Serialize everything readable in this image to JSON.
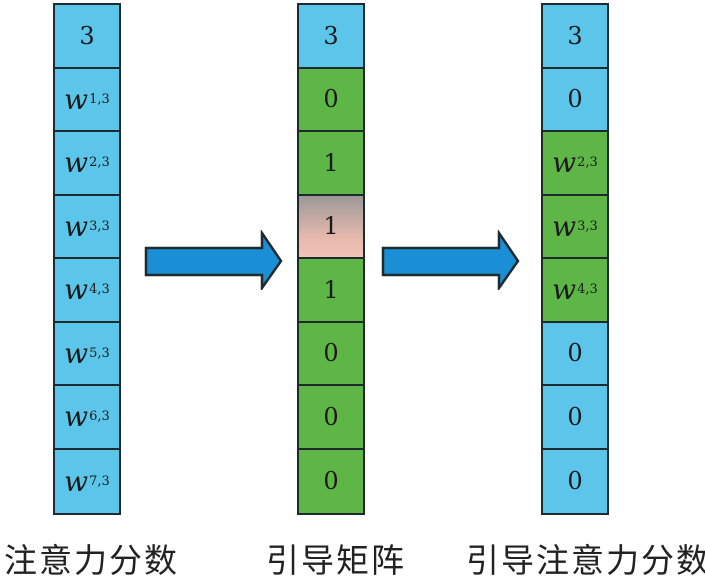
{
  "columns": [
    {
      "title": "注意力分数",
      "cells": [
        {
          "kind": "num",
          "text": "3",
          "color": "blue"
        },
        {
          "kind": "w",
          "base": "w",
          "sub": "1,3",
          "color": "blue"
        },
        {
          "kind": "w",
          "base": "w",
          "sub": "2,3",
          "color": "blue"
        },
        {
          "kind": "w",
          "base": "w",
          "sub": "3,3",
          "color": "blue"
        },
        {
          "kind": "w",
          "base": "w",
          "sub": "4,3",
          "color": "blue"
        },
        {
          "kind": "w",
          "base": "w",
          "sub": "5,3",
          "color": "blue"
        },
        {
          "kind": "w",
          "base": "w",
          "sub": "6,3",
          "color": "blue"
        },
        {
          "kind": "w",
          "base": "w",
          "sub": "7,3",
          "color": "blue"
        }
      ]
    },
    {
      "title": "引导矩阵",
      "cells": [
        {
          "kind": "num",
          "text": "3",
          "color": "blue"
        },
        {
          "kind": "num",
          "text": "0",
          "color": "green"
        },
        {
          "kind": "num",
          "text": "1",
          "color": "green"
        },
        {
          "kind": "num",
          "text": "1",
          "color": "highlight"
        },
        {
          "kind": "num",
          "text": "1",
          "color": "green"
        },
        {
          "kind": "num",
          "text": "0",
          "color": "green"
        },
        {
          "kind": "num",
          "text": "0",
          "color": "green"
        },
        {
          "kind": "num",
          "text": "0",
          "color": "green"
        }
      ]
    },
    {
      "title": "引导注意力分数",
      "cells": [
        {
          "kind": "num",
          "text": "3",
          "color": "blue"
        },
        {
          "kind": "num",
          "text": "0",
          "color": "blue"
        },
        {
          "kind": "w",
          "base": "w",
          "sub": "2,3",
          "color": "green"
        },
        {
          "kind": "w",
          "base": "w",
          "sub": "3,3",
          "color": "green"
        },
        {
          "kind": "w",
          "base": "w",
          "sub": "4,3",
          "color": "green"
        },
        {
          "kind": "num",
          "text": "0",
          "color": "blue"
        },
        {
          "kind": "num",
          "text": "0",
          "color": "blue"
        },
        {
          "kind": "num",
          "text": "0",
          "color": "blue"
        }
      ]
    }
  ],
  "arrows": [
    {
      "from": "注意力分数",
      "to": "引导矩阵",
      "icon": "right-arrow-icon"
    },
    {
      "from": "引导矩阵",
      "to": "引导注意力分数",
      "icon": "right-arrow-icon"
    }
  ],
  "colors": {
    "blue": "#5bc5ea",
    "green": "#5db646",
    "arrow": "#1a8fd6",
    "border": "#1e2a2e"
  }
}
